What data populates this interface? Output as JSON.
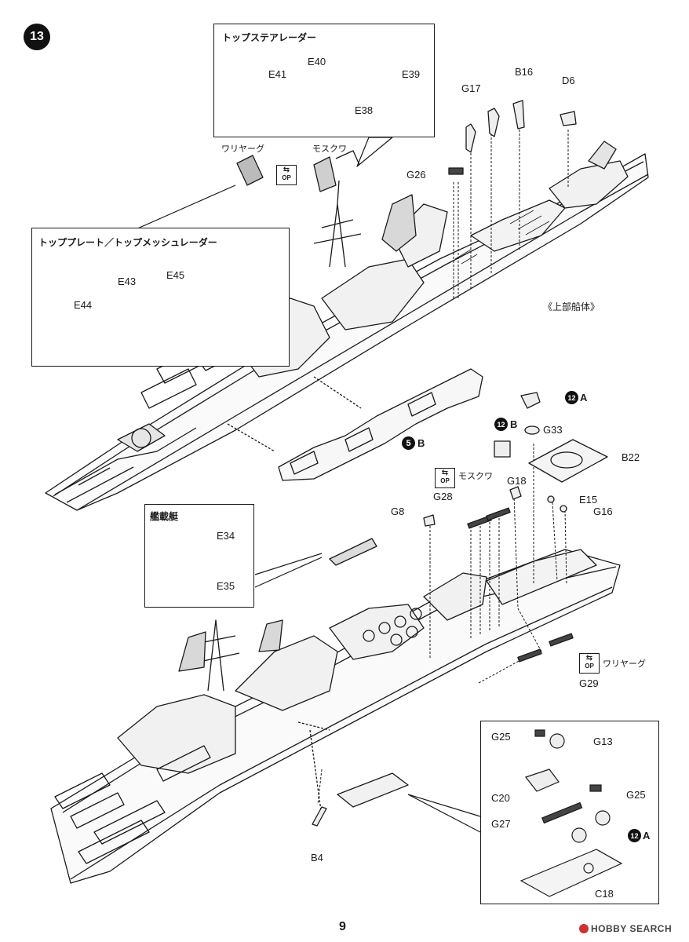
{
  "step_number": "13",
  "page_number": "9",
  "watermark": "HOBBY SEARCH",
  "colors": {
    "ink": "#1a1a1a",
    "paper": "#ffffff",
    "hull_shade": "#e9e9e9",
    "badge": "#111111"
  },
  "top_ladder_radar": {
    "title": "トップステアレーダー",
    "parts": [
      "E41",
      "E40",
      "E39",
      "E38"
    ]
  },
  "variant_labels": {
    "varyag": "ワリヤーグ",
    "moskva": "モスクワ"
  },
  "option_icon": {
    "glyph": "⇆",
    "text": "OP",
    "name": "option-icon"
  },
  "top_plate_mesh_radar": {
    "title": "トッププレート／トップメッシュレーダー",
    "parts": [
      "E45",
      "E43",
      "E44"
    ]
  },
  "upper_hull_label": "《上部船体》",
  "top_parts": [
    "G17",
    "B16",
    "D6",
    "G26"
  ],
  "ref_5b": {
    "badge": "5",
    "letter": "B"
  },
  "ref_12a": {
    "badge": "12",
    "letter": "A"
  },
  "ref_12b": {
    "badge": "12",
    "letter": "B"
  },
  "middle_parts": [
    "G33",
    "B22",
    "G18",
    "E15",
    "G16",
    "G28",
    "G8"
  ],
  "boats": {
    "title": "艦載艇",
    "parts": [
      "E34",
      "E35"
    ]
  },
  "lower_parts": [
    "G29",
    "B4"
  ],
  "inset_parts": [
    "G25",
    "G13",
    "C20",
    "G25",
    "G27",
    "C18"
  ]
}
